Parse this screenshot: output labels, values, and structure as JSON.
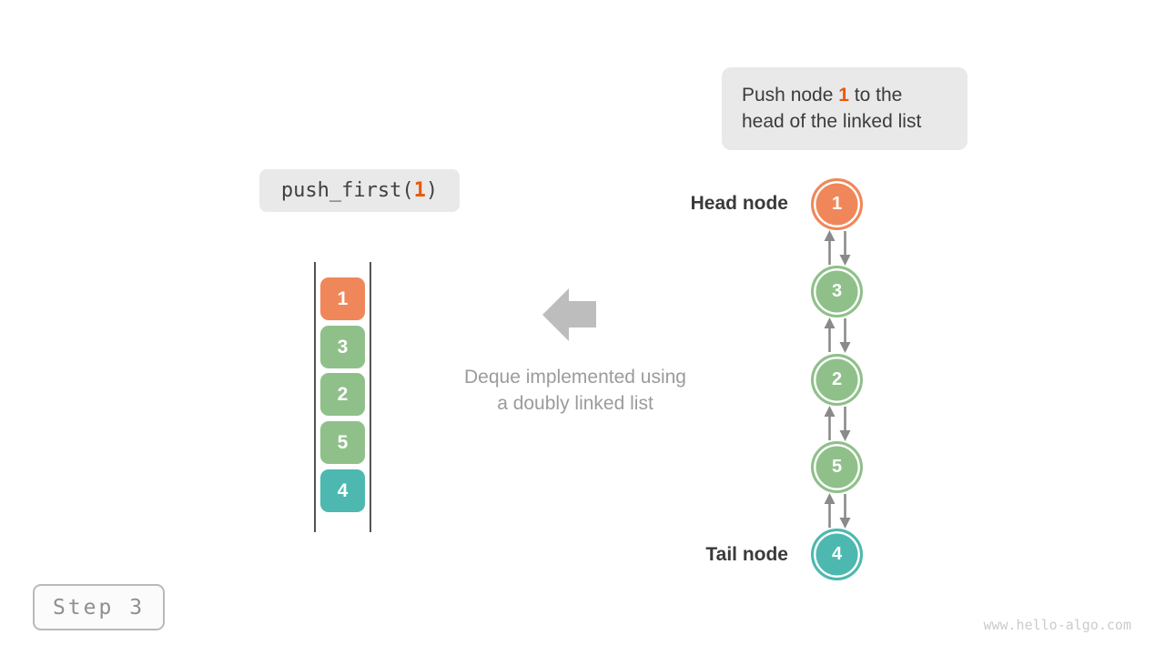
{
  "callout": {
    "text_before": "Push node ",
    "highlight": "1",
    "text_after": " to the",
    "line2": "head of the linked list"
  },
  "code_box": {
    "prefix": "push_first(",
    "arg": "1",
    "suffix": ")"
  },
  "caption": {
    "line1": "Deque implemented using",
    "line2": "a doubly linked list"
  },
  "labels": {
    "head": "Head node",
    "tail": "Tail node"
  },
  "stack": {
    "items": [
      {
        "value": "1",
        "color": "#f0875a"
      },
      {
        "value": "3",
        "color": "#8fc08a"
      },
      {
        "value": "2",
        "color": "#8fc08a"
      },
      {
        "value": "5",
        "color": "#8fc08a"
      },
      {
        "value": "4",
        "color": "#4db8af"
      }
    ]
  },
  "linked_list": {
    "nodes": [
      {
        "value": "1",
        "color": "#f0875a"
      },
      {
        "value": "3",
        "color": "#8fc08a"
      },
      {
        "value": "2",
        "color": "#8fc08a"
      },
      {
        "value": "5",
        "color": "#8fc08a"
      },
      {
        "value": "4",
        "color": "#4db8af"
      }
    ]
  },
  "step": {
    "label": "Step 3"
  },
  "watermark": "www.hello-algo.com",
  "colors": {
    "highlight": "#e8590c",
    "box_bg": "#e9e9e9",
    "node_arrow_gray": "#8a8a8a",
    "block_arrow_gray": "#bdbdbd",
    "muted_text": "#9b9b9b"
  }
}
